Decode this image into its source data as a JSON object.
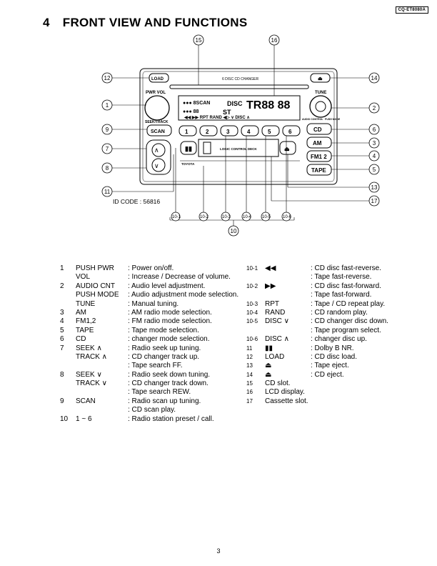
{
  "header": {
    "model": "CQ-ET8080A",
    "section_number": "4",
    "title": "FRONT VIEW AND FUNCTIONS"
  },
  "diagram": {
    "top_label": "6 DISC CD CHANGER",
    "load": "LOAD",
    "pwr_vol": "PWR VOL",
    "tune": "TUNE",
    "seek_track": "SEEK/TRACK",
    "scan": "SCAN",
    "audio_control": "AUDIO CONTROL",
    "push_mode": "PUSH MODE",
    "presets": [
      "1",
      "2",
      "3",
      "4",
      "5",
      "6"
    ],
    "cd": "CD",
    "am": "AM",
    "fm12": "FM1 2",
    "tape": "TAPE",
    "logic_deck": "LOGIC CONTROL DECK",
    "brand": "TOYOTA",
    "callouts": [
      "15",
      "16",
      "12",
      "14",
      "1",
      "2",
      "9",
      "6",
      "3",
      "7",
      "4",
      "8",
      "5",
      "13",
      "11",
      "17",
      "10"
    ],
    "sub_callouts": [
      "10-1",
      "10-2",
      "10-3",
      "10-4",
      "10-5",
      "10-6"
    ],
    "id_code": "ID CODE : 56816"
  },
  "left_items": [
    {
      "n": "1",
      "name": "PUSH PWR",
      "desc": ": Power on/off."
    },
    {
      "n": "",
      "name": "VOL",
      "desc": ": Increase / Decrease of volume."
    },
    {
      "n": "2",
      "name": "AUDIO CNT",
      "desc": ": Audio level adjustment."
    },
    {
      "n": "",
      "name": "PUSH MODE",
      "desc": ": Audio adjustment mode selection."
    },
    {
      "n": "",
      "name": "TUNE",
      "desc": ": Manual tuning."
    },
    {
      "n": "3",
      "name": "AM",
      "desc": ": AM radio mode selection."
    },
    {
      "n": "4",
      "name": "FM1,2",
      "desc": ": FM radio mode selection."
    },
    {
      "n": "5",
      "name": "TAPE",
      "desc": ": Tape mode selection."
    },
    {
      "n": "6",
      "name": "CD",
      "desc": ": changer mode selection."
    },
    {
      "n": "7",
      "name": "SEEK ∧",
      "desc": ": Radio seek up tuning."
    },
    {
      "n": "",
      "name": "TRACK ∧",
      "desc": ": CD changer track up."
    },
    {
      "n": "",
      "name": "",
      "desc": ": Tape search FF."
    },
    {
      "n": "8",
      "name": "SEEK ∨",
      "desc": ": Radio seek down tuning."
    },
    {
      "n": "",
      "name": "TRACK ∨",
      "desc": ": CD changer track down."
    },
    {
      "n": "",
      "name": "",
      "desc": ": Tape search REW."
    },
    {
      "n": "9",
      "name": "SCAN",
      "desc": ": Radio scan up tuning."
    },
    {
      "n": "",
      "name": "",
      "desc": ": CD scan play."
    },
    {
      "n": "10",
      "name": "1 ~ 6",
      "desc": ": Radio station preset / call."
    }
  ],
  "right_items": [
    {
      "n": "10-1",
      "name": "◀◀",
      "desc": ": CD disc fast-reverse."
    },
    {
      "n": "",
      "name": "",
      "desc": ": Tape fast-reverse."
    },
    {
      "n": "10-2",
      "name": "▶▶",
      "desc": ": CD disc fast-forward."
    },
    {
      "n": "",
      "name": "",
      "desc": ": Tape fast-forward."
    },
    {
      "n": "10-3",
      "name": "RPT",
      "desc": ": Tape / CD repeat play."
    },
    {
      "n": "10-4",
      "name": "RAND",
      "desc": ": CD random play."
    },
    {
      "n": "10-5",
      "name": "DISC ∨",
      "desc": ": CD changer disc down."
    },
    {
      "n": "",
      "name": "",
      "desc": ": Tape program select."
    },
    {
      "n": "10-6",
      "name": "DISC ∧",
      "desc": ": changer disc up."
    },
    {
      "n": "11",
      "name": "▮▮",
      "desc": ": Dolby B NR."
    },
    {
      "n": "12",
      "name": "LOAD",
      "desc": ": CD disc load."
    },
    {
      "n": "13",
      "name": "⏏",
      "desc": ": Tape eject."
    },
    {
      "n": "14",
      "name": "⏏",
      "desc": ": CD eject."
    },
    {
      "n": "15",
      "name": "CD slot.",
      "desc": ""
    },
    {
      "n": "16",
      "name": "LCD display.",
      "desc": ""
    },
    {
      "n": "17",
      "name": "Cassette slot.",
      "desc": ""
    }
  ],
  "page_number": "3"
}
